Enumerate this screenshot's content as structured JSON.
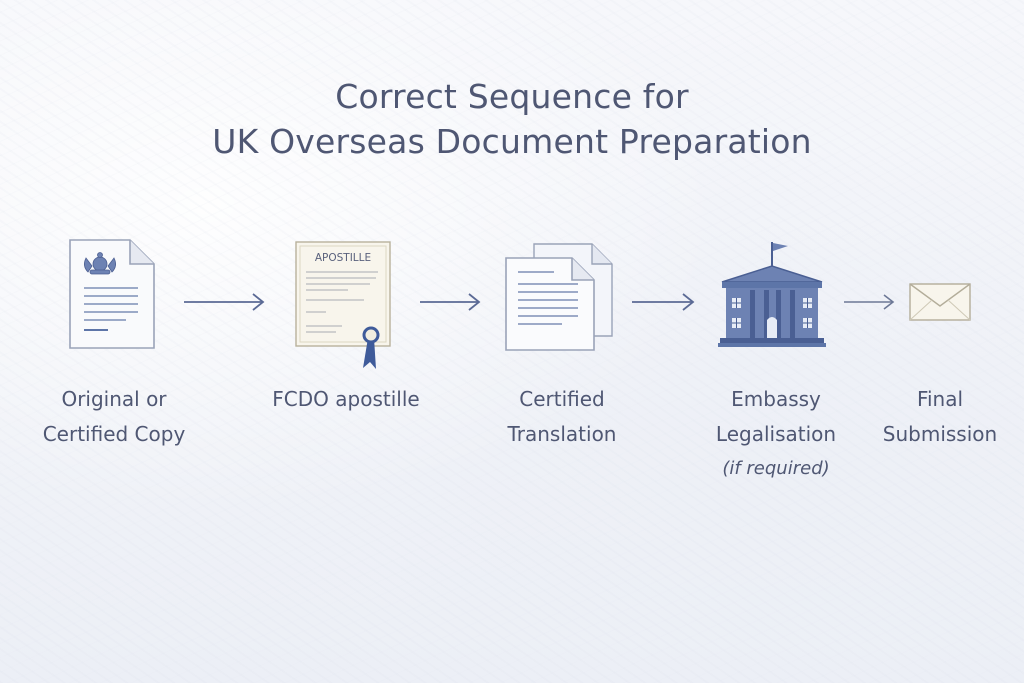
{
  "title": {
    "line1": "Correct Sequence for",
    "line2": "UK Overseas Document Preparation"
  },
  "colors": {
    "text": "#4f5773",
    "arrow": "#5b6a95",
    "accent_blue": "#5d75a8",
    "paper": "#f7f8fb",
    "outline": "#9aa3b8"
  },
  "steps": [
    {
      "icon": "document-crest-icon",
      "lines": [
        "Original or",
        "Certified Copy"
      ]
    },
    {
      "icon": "apostille-certificate-icon",
      "icon_text": "APOSTILLE",
      "lines": [
        "FCDO apostille"
      ]
    },
    {
      "icon": "stacked-documents-icon",
      "lines": [
        "Certified",
        "Translation"
      ]
    },
    {
      "icon": "embassy-building-icon",
      "lines": [
        "Embassy",
        "Legalisation"
      ],
      "note": "(if required)"
    },
    {
      "icon": "envelope-icon",
      "lines": [
        "Final",
        "Submission"
      ]
    }
  ]
}
